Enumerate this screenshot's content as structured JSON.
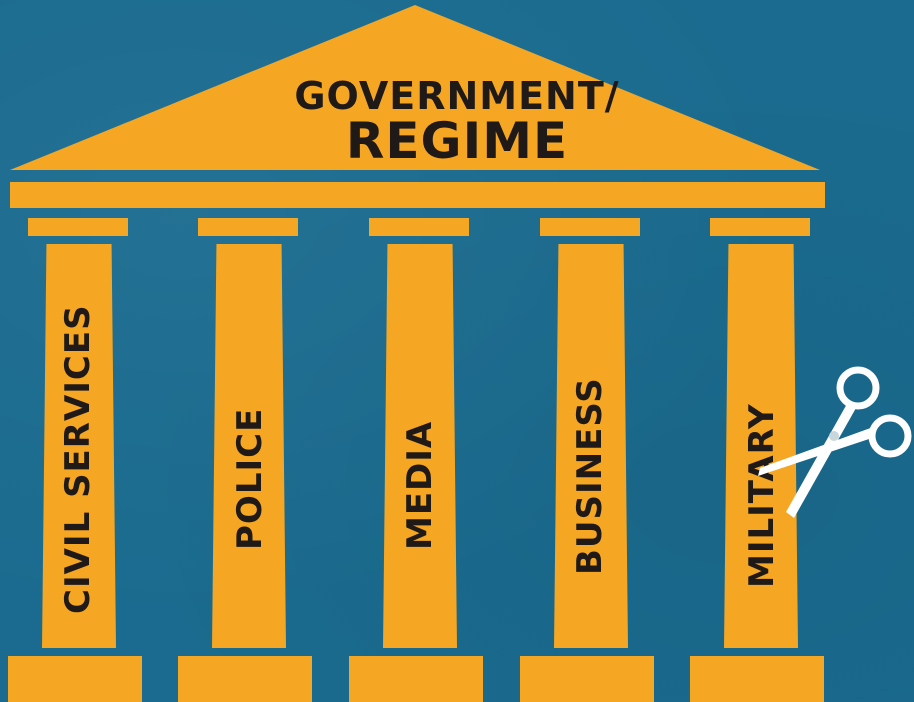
{
  "colors": {
    "background": "#1a6b8f",
    "structure": "#f5a623",
    "text": "#1f1a17",
    "scissors": "#ffffff"
  },
  "roof": {
    "title_line1": "GOVERNMENT/",
    "title_line2": "REGIME"
  },
  "pillars": [
    {
      "label": "CIVIL SERVICES"
    },
    {
      "label": "POLICE"
    },
    {
      "label": "MEDIA"
    },
    {
      "label": "BUSINESS"
    },
    {
      "label": "MILITARY"
    }
  ],
  "icons": {
    "scissors": "scissors-icon"
  }
}
